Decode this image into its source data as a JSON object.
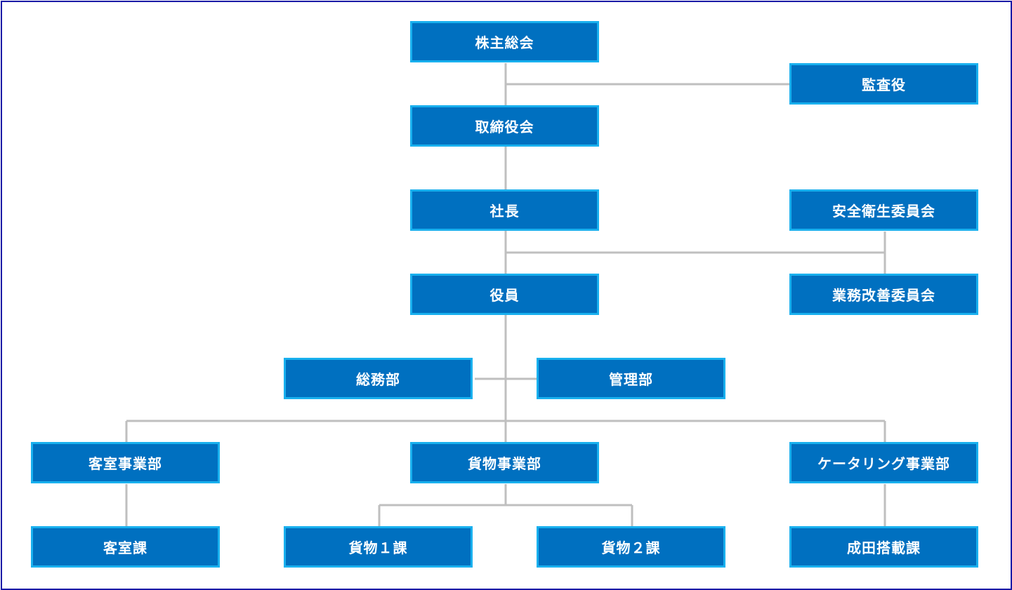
{
  "chart": {
    "nodes": {
      "shareholders_meeting": "株主総会",
      "auditor": "監査役",
      "board": "取締役会",
      "president": "社長",
      "safety_committee": "安全衛生委員会",
      "officers": "役員",
      "improvement_committee": "業務改善委員会",
      "general_affairs": "総務部",
      "administration": "管理部",
      "passenger_division": "客室事業部",
      "cargo_division": "貨物事業部",
      "catering_division": "ケータリング事業部",
      "passenger_section": "客室課",
      "cargo_section_1": "貨物１課",
      "cargo_section_2": "貨物２課",
      "narita_loading_section": "成田搭載課"
    },
    "colors": {
      "box_fill": "#0070c0",
      "box_border": "#19b0ee",
      "connector": "#bfbfbf",
      "frame": "#1a1aa6"
    }
  }
}
